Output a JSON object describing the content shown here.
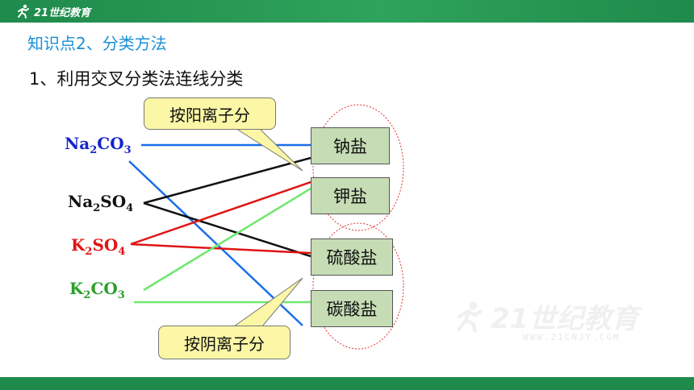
{
  "header": {
    "logo_text": "21世纪教育",
    "bar_color": "#2ea35b"
  },
  "heading": "知识点2、分类方法",
  "subheading": "1、利用交叉分类法连线分类",
  "formulas": {
    "na2co3": {
      "base1": "Na",
      "sub1": "2",
      "base2": "CO",
      "sub2": "3",
      "color": "#1525cc"
    },
    "na2so4": {
      "base1": "Na",
      "sub1": "2",
      "base2": "SO",
      "sub2": "4",
      "color": "#111111"
    },
    "k2so4": {
      "base1": "K",
      "sub1": "2",
      "base2": "SO",
      "sub2": "4",
      "color": "#e01414"
    },
    "k2co3": {
      "base1": "K",
      "sub1": "2",
      "base2": "CO",
      "sub2": "3",
      "color": "#2ca02c"
    }
  },
  "categories": {
    "sodium_salt": "钠盐",
    "potassium_salt": "钾盐",
    "sulfate": "硫酸盐",
    "carbonate": "碳酸盐"
  },
  "callouts": {
    "by_cation": "按阳离子分",
    "by_anion": "按阴离子分"
  },
  "watermark": {
    "text": "21世纪教育",
    "url": "WWW.21CNJY.COM"
  }
}
